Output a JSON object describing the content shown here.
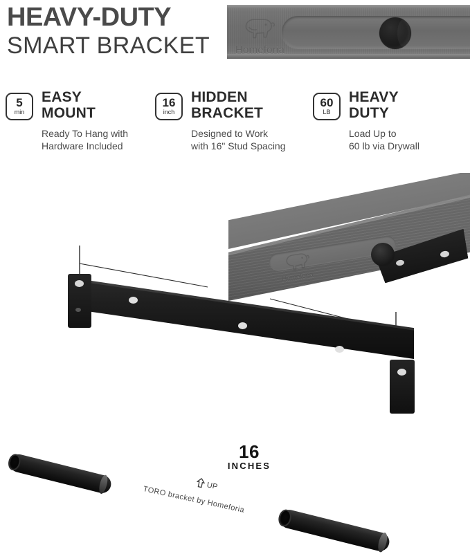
{
  "headline": {
    "line1": "HEAVY-DUTY",
    "line2": "SMART BRACKET"
  },
  "brand": {
    "name": "Homeforia",
    "logo_icon": "bison-logo-icon",
    "shelf_logo_name": "Homeforia"
  },
  "features": [
    {
      "chip_value": "5",
      "chip_unit": "min",
      "title_line1": "EASY",
      "title_line2": "MOUNT",
      "desc_line1": "Ready To Hang with",
      "desc_line2": "Hardware Included"
    },
    {
      "chip_value": "16",
      "chip_unit": "inch",
      "title_line1": "HIDDEN",
      "title_line2": "BRACKET",
      "desc_line1": "Designed to Work",
      "desc_line2": "with 16\" Stud Spacing"
    },
    {
      "chip_value": "60",
      "chip_unit": "LB",
      "title_line1": "HEAVY",
      "title_line2": "DUTY",
      "desc_line1": "Load Up to",
      "desc_line2": "60 lb via Drywall"
    }
  ],
  "dimension": {
    "value": "16",
    "unit": "INCHES"
  },
  "bracket": {
    "engraving": "TORO bracket by Homeforia",
    "up_marker": "UP",
    "up_arrow_icon": "up-arrow-icon"
  },
  "colors": {
    "headline_bold": "#4a4a4a",
    "headline_light": "#3f3f3f",
    "chip_border": "#333333",
    "feature_title": "#2b2b2b",
    "feature_desc": "#4a4a4a",
    "shelf_gray": "#6e6e6e",
    "bracket_black": "#141414",
    "background": "#ffffff"
  }
}
